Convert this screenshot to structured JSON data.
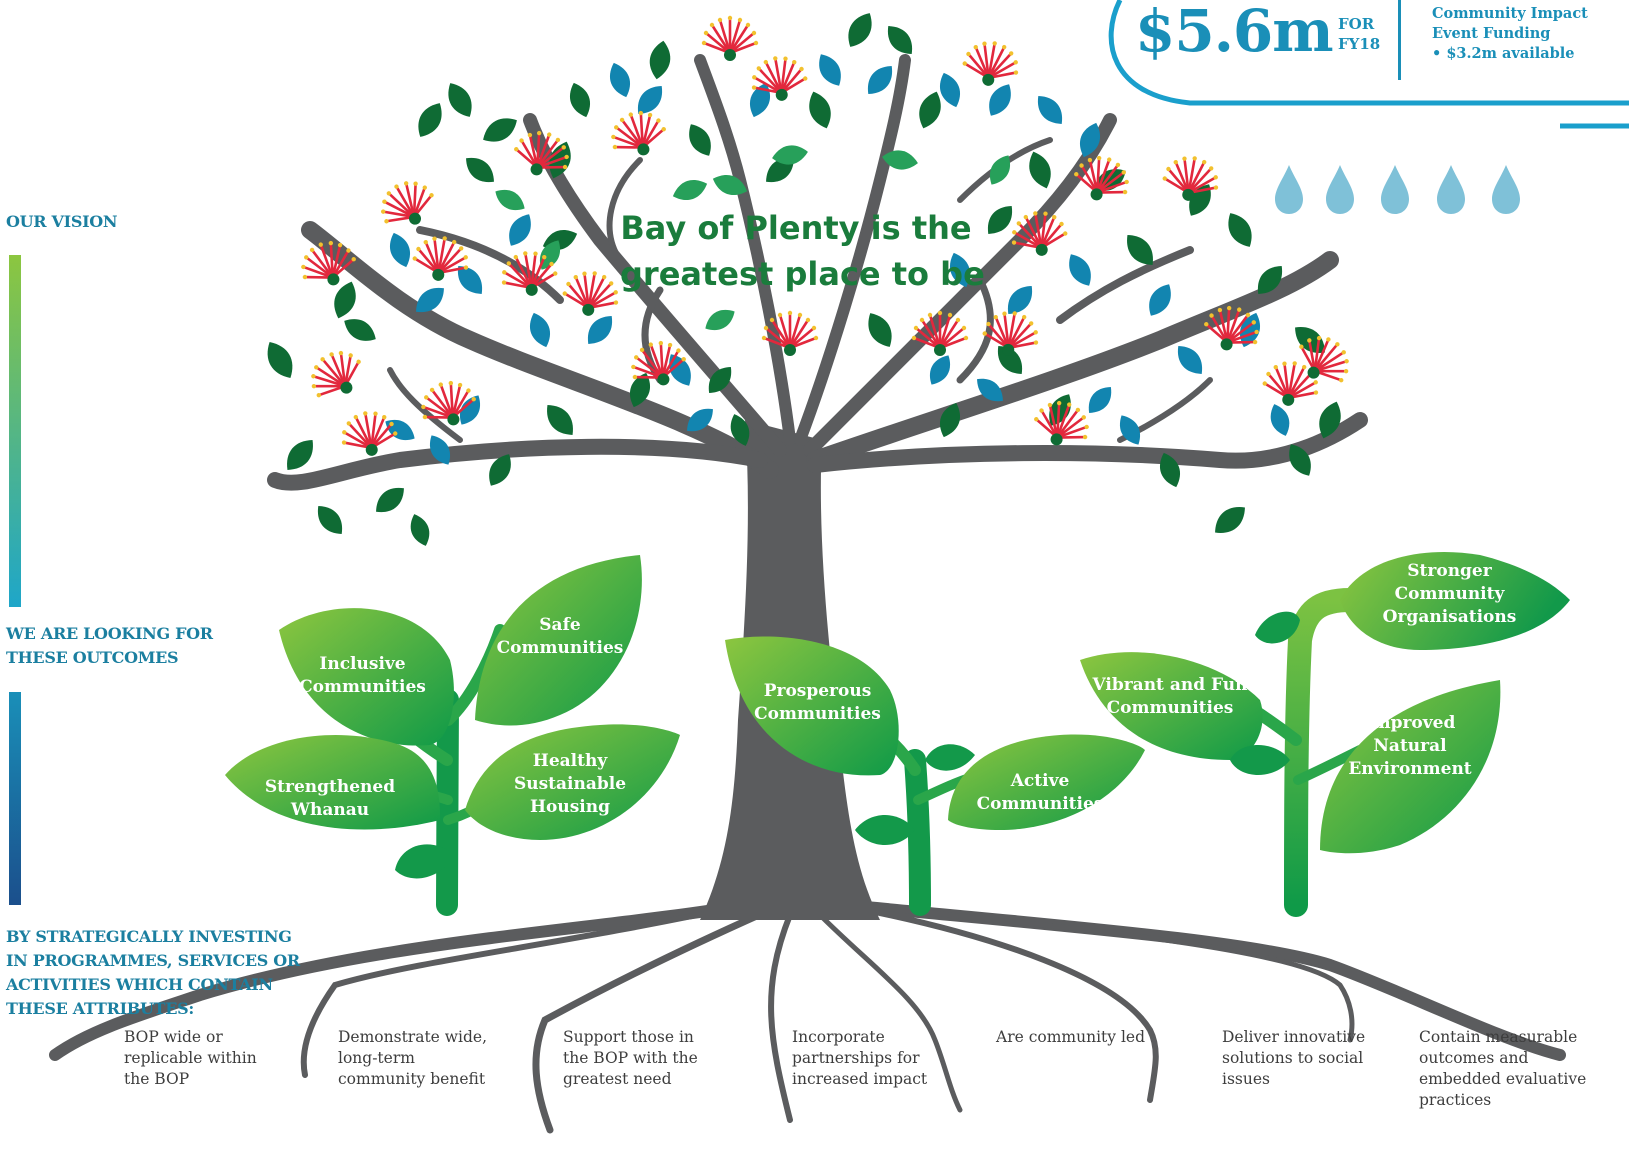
{
  "colors": {
    "trunk": "#5b5c5e",
    "leaf_dark": "#0f6b34",
    "leaf_blue": "#1285b0",
    "leaf_mid": "#27a05a",
    "flower": "#e2283d",
    "accent_blue": "#1a8fb8",
    "drop": "#7fc1d8"
  },
  "funding": {
    "amount": "$5.6m",
    "period_line1": "FOR",
    "period_line2": "FY18",
    "desc_line1": "Community Impact",
    "desc_line2": "Event Funding",
    "desc_line3": "• $3.2m available"
  },
  "sidebar": {
    "vision": "OUR VISION",
    "outcomes": "WE ARE LOOKING FOR\nTHESE OUTCOMES",
    "investing": "BY STRATEGICALLY INVESTING\nIN PROGRAMMES, SERVICES OR\nACTIVITIES WHICH CONTAIN\nTHESE ATTRIBUTES:"
  },
  "vision_statement": "Bay of Plenty is the\ngreatest place to be",
  "outcomes": {
    "inclusive": "Inclusive\nCommunities",
    "safe": "Safe\nCommunities",
    "strengthened": "Strengthened\nWhanau",
    "housing": "Healthy\nSustainable\nHousing",
    "prosperous": "Prosperous\nCommunities",
    "active": "Active\nCommunities",
    "vibrant": "Vibrant and Fun\nCommunities",
    "stronger": "Stronger\nCommunity\nOrganisations",
    "environment": "Improved\nNatural\nEnvironment"
  },
  "attributes": [
    "BOP wide or\nreplicable within\nthe BOP",
    "Demonstrate wide,\nlong-term\ncommunity benefit",
    "Support those in\nthe BOP with the\ngreatest need",
    "Incorporate\npartnerships for\nincreased impact",
    "Are community led",
    "Deliver innovative\nsolutions to social\nissues",
    "Contain measurable\noutcomes and\nembedded evaluative\npractices"
  ]
}
